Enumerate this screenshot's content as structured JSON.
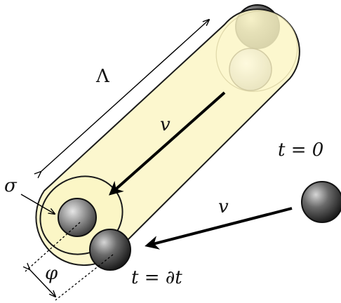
{
  "colors": {
    "cylinder_fill": "#fbf6c6",
    "cylinder_stroke": "#1a1a1a",
    "ball_dark": "#2f2f2f",
    "ball_light": "#bcbcbc",
    "arrow": "#000000"
  },
  "labels": {
    "length": "Λ",
    "velocity_inside": "v",
    "velocity_incoming": "v",
    "sigma": "σ",
    "phi": "φ",
    "t_initial": "t = 0",
    "t_step": "t = ∂t"
  }
}
